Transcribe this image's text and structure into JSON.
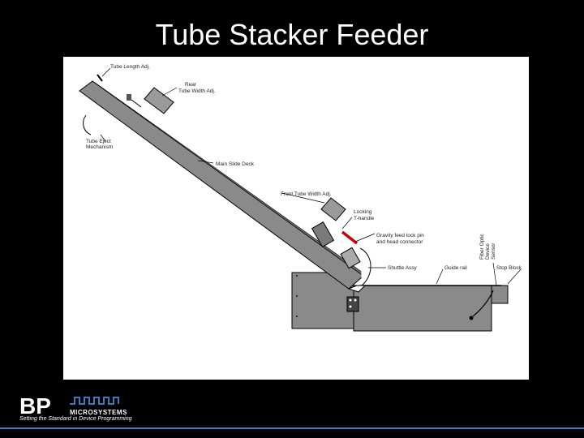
{
  "slide": {
    "title": "Tube Stacker Feeder"
  },
  "diagram": {
    "labels": {
      "tube_length_adj": "Tube Length Adj.",
      "rear_tube_width_adj_line1": "Rear",
      "rear_tube_width_adj_line2": "Tube Width Adj.",
      "tube_eject_mechanism_line1": "Tube Eject",
      "tube_eject_mechanism_line2": "Mechanism",
      "main_slide_deck": "Main Slide Deck",
      "front_tube_width_adj": "Front Tube Width Adj.",
      "locking_t_handle_line1": "Locking",
      "locking_t_handle_line2": "T-handle",
      "gravity_feed_line1": "Gravity feed lock pin",
      "gravity_feed_line2": "and head connector",
      "shuttle_assy": "Shuttle Assy",
      "guide_rail": "Guide rail",
      "fiber_optic_sensor_line1": "Fiber Optic",
      "fiber_optic_sensor_line2": "Device",
      "fiber_optic_sensor_line3": "Sensor",
      "stop_block": "Stop Block"
    }
  },
  "footer": {
    "logo_letters": "BP",
    "logo_subtext": "MICROSYSTEMS",
    "tagline": "Setting the Standard in Device Programming",
    "accent_color": "#3a7bbf"
  }
}
